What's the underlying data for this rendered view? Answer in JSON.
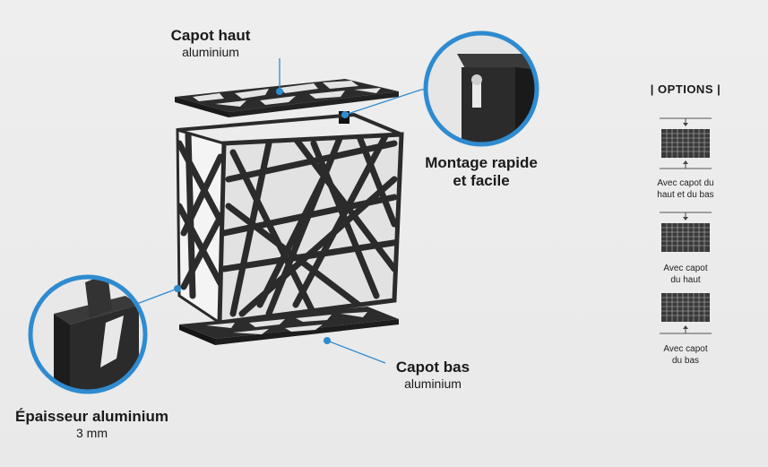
{
  "labels": {
    "capot_haut_title": "Capot haut",
    "capot_haut_sub": "aluminium",
    "montage_line1": "Montage rapide",
    "montage_line2": "et facile",
    "capot_bas_title": "Capot bas",
    "capot_bas_sub": "aluminium",
    "epaisseur_title": "Épaisseur aluminium",
    "epaisseur_sub": "3 mm"
  },
  "options": {
    "title": "| OPTIONS |",
    "items": [
      {
        "caption_l1": "Avec capot du",
        "caption_l2": "haut et du bas"
      },
      {
        "caption_l1": "Avec capot",
        "caption_l2": "du haut"
      },
      {
        "caption_l1": "Avec capot",
        "caption_l2": "du bas"
      }
    ]
  },
  "colors": {
    "accent": "#2f8bd0",
    "metal": "#2b2b2b",
    "background": "#ececec"
  }
}
